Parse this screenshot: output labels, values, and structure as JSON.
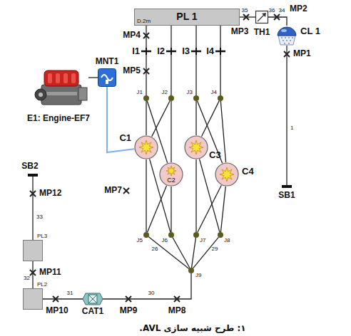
{
  "diagram": {
    "caption": "۱: طرح شبیه سازی AVL.",
    "nodes": [
      {
        "text": [
          "D.2m",
          "PL 1"
        ]
      },
      {
        "text": [
          "TH1"
        ]
      },
      {
        "text": [
          "CL 1"
        ]
      },
      {
        "text": [
          "I1"
        ]
      },
      {
        "text": [
          "I2"
        ]
      },
      {
        "text": [
          "I3"
        ]
      },
      {
        "text": [
          "I4"
        ]
      },
      {
        "text": [
          "E1: Engine-EF7"
        ]
      },
      {
        "text": [
          "MNT1"
        ]
      },
      {
        "text": [
          "J1"
        ]
      },
      {
        "text": [
          "J2"
        ]
      },
      {
        "text": [
          "J3"
        ]
      },
      {
        "text": [
          "J4"
        ]
      },
      {
        "text": [
          "C1"
        ]
      },
      {
        "text": [
          "C3"
        ]
      },
      {
        "text": [
          "C2"
        ]
      },
      {
        "text": [
          "C4"
        ]
      },
      {
        "text": [
          "SB2"
        ]
      },
      {
        "text": [
          "SB1"
        ]
      },
      {
        "text": [
          "PL3"
        ]
      },
      {
        "text": [
          "J5"
        ]
      },
      {
        "text": [
          "J6"
        ]
      },
      {
        "text": [
          "J7"
        ]
      },
      {
        "text": [
          "J8"
        ]
      },
      {
        "text": [
          "J9"
        ]
      },
      {
        "text": [
          "PL2"
        ]
      },
      {
        "text": [
          "CAT1"
        ]
      }
    ],
    "edges": [
      {
        "from": 18,
        "to": 2,
        "arrow": "none"
      },
      {
        "from": 2,
        "to": 1,
        "arrow": "none"
      },
      {
        "from": 1,
        "to": 0,
        "arrow": "none"
      },
      {
        "from": 0,
        "to": 3,
        "arrow": "none"
      },
      {
        "from": 0,
        "to": 4,
        "arrow": "none"
      },
      {
        "from": 0,
        "to": 5,
        "arrow": "none"
      },
      {
        "from": 0,
        "to": 6,
        "arrow": "none"
      },
      {
        "from": 3,
        "to": 9,
        "arrow": "none"
      },
      {
        "from": 4,
        "to": 10,
        "arrow": "none"
      },
      {
        "from": 5,
        "to": 11,
        "arrow": "none"
      },
      {
        "from": 6,
        "to": 12,
        "arrow": "none"
      },
      {
        "from": 7,
        "to": 8,
        "arrow": "none"
      },
      {
        "from": 8,
        "to": 13,
        "arrow": "none"
      },
      {
        "from": 9,
        "to": 13,
        "arrow": "none"
      },
      {
        "from": 9,
        "to": 15,
        "arrow": "none"
      },
      {
        "from": 10,
        "to": 13,
        "arrow": "none"
      },
      {
        "from": 10,
        "to": 15,
        "arrow": "none"
      },
      {
        "from": 11,
        "to": 14,
        "arrow": "none"
      },
      {
        "from": 11,
        "to": 16,
        "arrow": "none"
      },
      {
        "from": 12,
        "to": 14,
        "arrow": "none"
      },
      {
        "from": 12,
        "to": 16,
        "arrow": "none"
      },
      {
        "from": 13,
        "to": 20,
        "arrow": "none"
      },
      {
        "from": 13,
        "to": 21,
        "arrow": "none"
      },
      {
        "from": 15,
        "to": 20,
        "arrow": "none"
      },
      {
        "from": 15,
        "to": 21,
        "arrow": "none"
      },
      {
        "from": 14,
        "to": 22,
        "arrow": "none"
      },
      {
        "from": 14,
        "to": 23,
        "arrow": "none"
      },
      {
        "from": 16,
        "to": 22,
        "arrow": "none"
      },
      {
        "from": 16,
        "to": 23,
        "arrow": "none"
      },
      {
        "from": 20,
        "to": 24,
        "arrow": "none"
      },
      {
        "from": 21,
        "to": 24,
        "arrow": "none"
      },
      {
        "from": 22,
        "to": 24,
        "arrow": "none"
      },
      {
        "from": 23,
        "to": 24,
        "arrow": "none"
      },
      {
        "from": 24,
        "to": 26,
        "arrow": "none"
      },
      {
        "from": 26,
        "to": 25,
        "arrow": "none"
      },
      {
        "from": 25,
        "to": 19,
        "arrow": "none"
      },
      {
        "from": 19,
        "to": 17,
        "arrow": "none"
      }
    ],
    "labels": [
      "MP2",
      "35",
      "36",
      "34",
      "MP3",
      "MP4",
      "MP1",
      "MP5",
      "1",
      "MP7",
      "MP12",
      "33",
      "26",
      "29",
      "MP11",
      "32",
      "30",
      "31",
      "MP10",
      "MP9",
      "MP8"
    ]
  }
}
